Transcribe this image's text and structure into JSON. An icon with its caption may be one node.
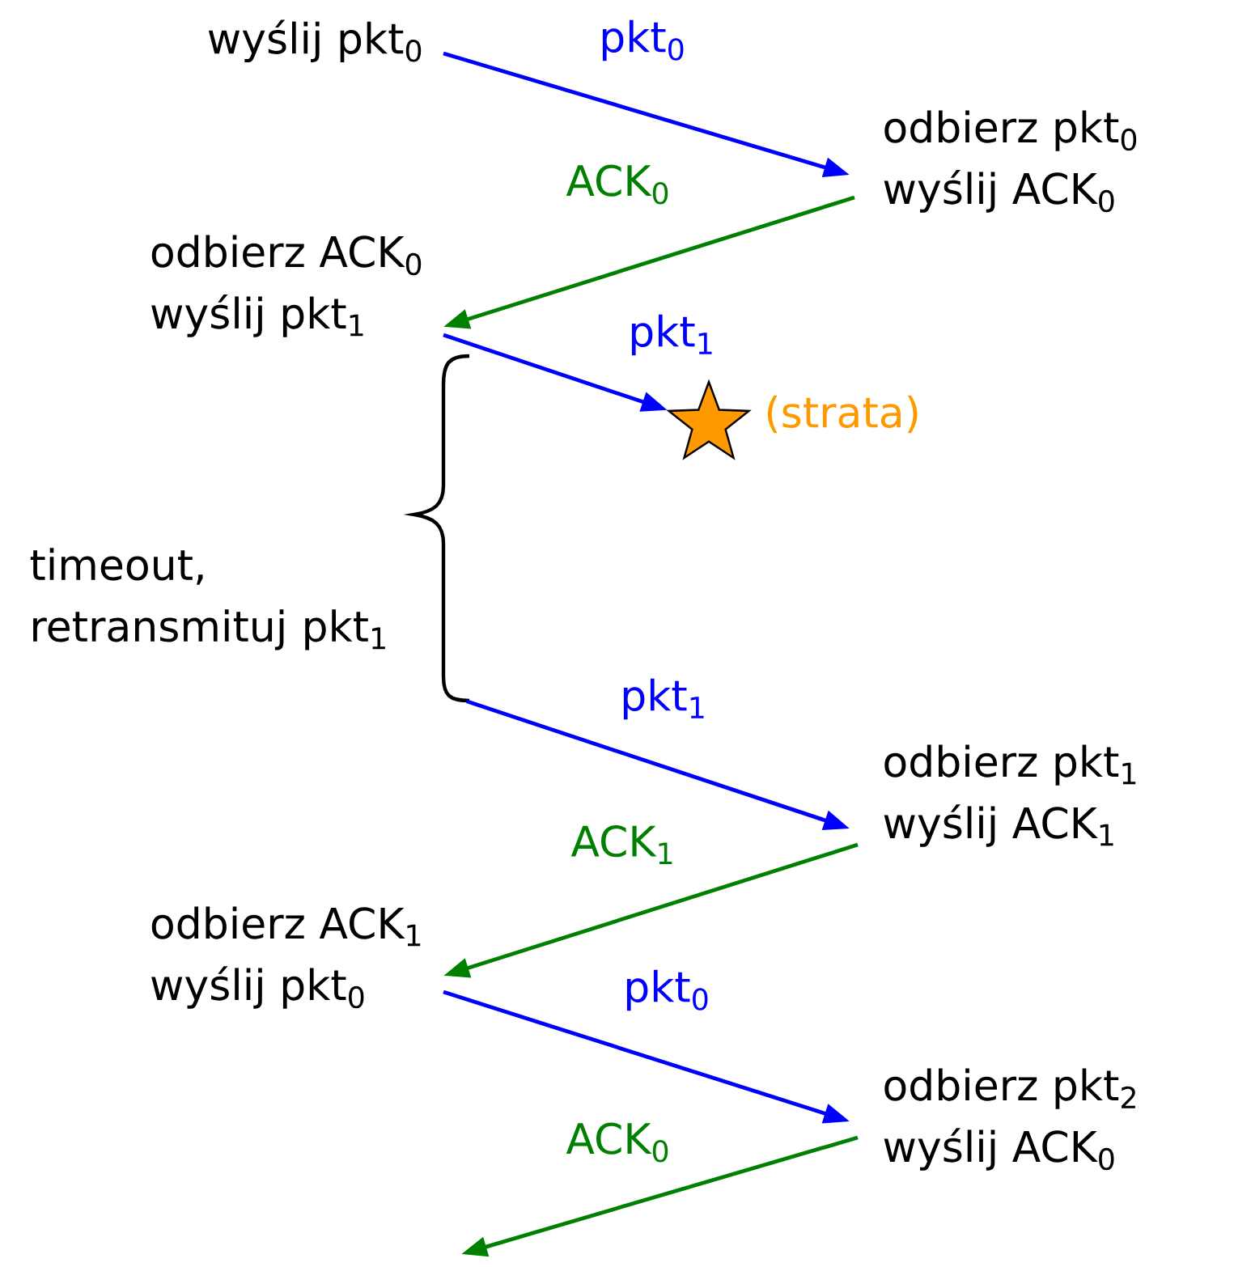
{
  "diagram": {
    "nodes": [
      {
        "text": [
          "wyślij pkt$_{0}$"
        ]
      },
      {
        "text": [
          "odbierz pkt$_{0}$",
          "wyślij ACK$_{0}$"
        ]
      },
      {
        "text": [
          "odbierz ACK$_{0}$",
          "wyślij pkt$_{1}$"
        ]
      },
      {
        "text": [],
        "shape": "star",
        "beside": [
          "(strata)"
        ]
      },
      {
        "text": [
          "timeout, retransmituj pkt$_{1}$"
        ]
      },
      {
        "text": [
          "odbierz pkt$_{1}$",
          "wyślij ACK$_{1}$"
        ]
      },
      {
        "text": [
          "odbierz ACK$_{1}$",
          "wyślij pkt$_{0}$"
        ]
      },
      {
        "text": [
          "odbierz pkt$_{2}$",
          "wyślij ACK$_{0}$"
        ]
      }
    ],
    "edges": [
      {
        "from": 0,
        "to": 1,
        "arrow": "to",
        "label": "pkt$_{0}$"
      },
      {
        "from": 1,
        "to": 2,
        "arrow": "to",
        "label": "ACK$_{0}$",
        "color": "#008000"
      },
      {
        "from": 2,
        "to": 3,
        "arrow": "to",
        "label": "pkt$_{1}$"
      },
      {
        "from": 4,
        "to": 5,
        "arrow": "to",
        "label": "pkt$_{1}$"
      },
      {
        "from": 5,
        "to": 6,
        "arrow": "to",
        "label": "ACK$_{1}$",
        "color": "#008000"
      },
      {
        "from": 6,
        "to": 7,
        "arrow": "to",
        "label": "pkt$_{0}$"
      },
      {
        "from": 7,
        "to": null,
        "arrow": "to",
        "label": "ACK$_{0}$",
        "color": "#008000"
      }
    ]
  }
}
